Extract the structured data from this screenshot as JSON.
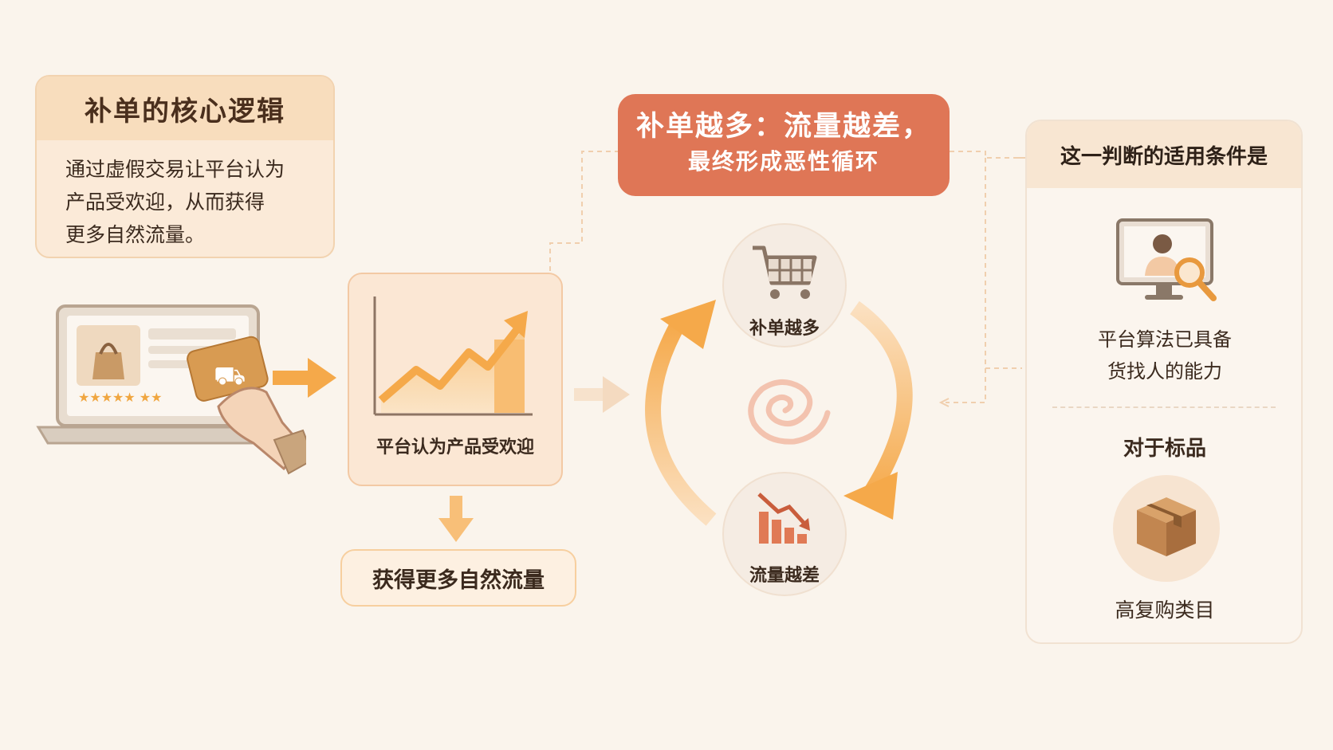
{
  "core": {
    "title": "补单的核心逻辑",
    "desc_lines": [
      "通过虚假交易让平台认为",
      "产品受欢迎，从而获得",
      "更多自然流量。"
    ]
  },
  "chart_card": {
    "label": "平台认为产品受欢迎"
  },
  "result": {
    "label": "获得更多自然流量"
  },
  "cycle": {
    "banner_line1": "补单越多：流量越差，",
    "banner_line2": "最终形成恶性循环",
    "top_label": "补单越多",
    "bottom_label": "流量越差"
  },
  "conditions": {
    "title": "这一判断的适用条件是",
    "item1_lines": [
      "平台算法已具备",
      "货找人的能力"
    ],
    "item2_title": "对于标品",
    "item3": "高复购类目"
  },
  "colors": {
    "accent_orange": "#f5a94a",
    "banner_red": "#df7656",
    "card_beige": "#fbead8",
    "background": "#faf4ec"
  }
}
